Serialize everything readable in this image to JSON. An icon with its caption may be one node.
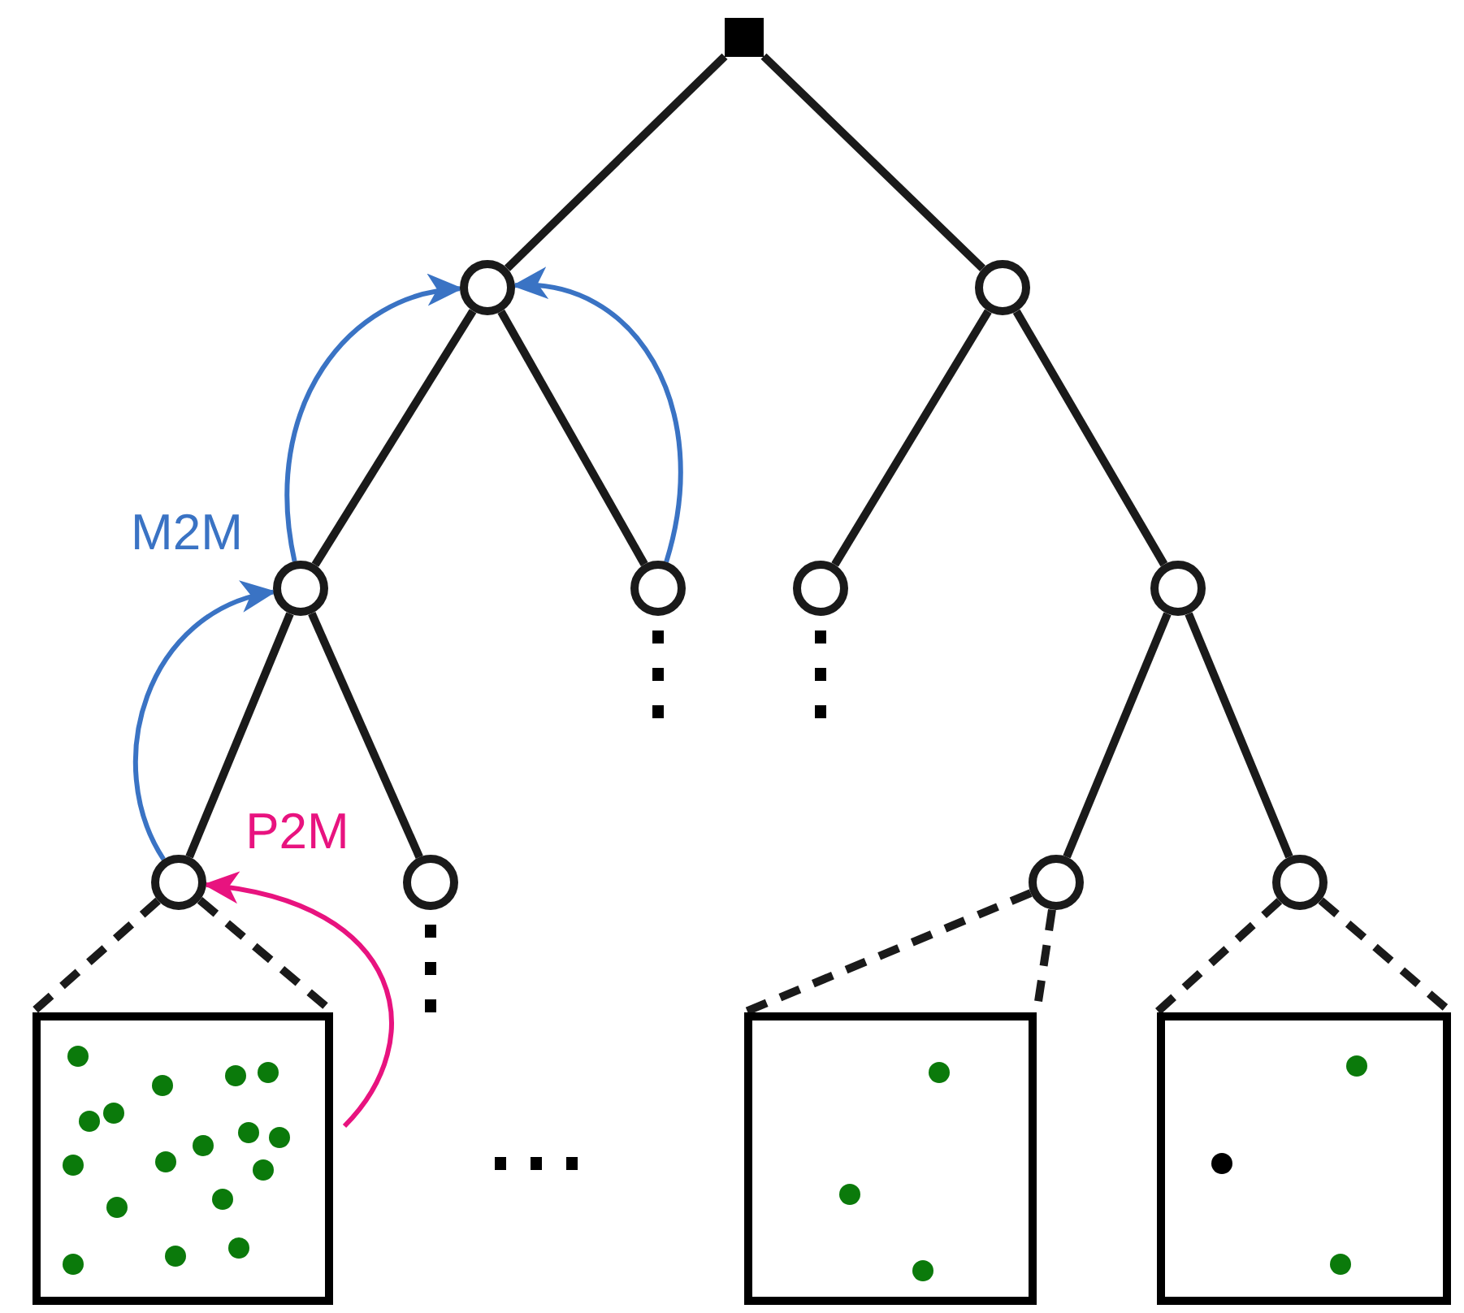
{
  "diagram": {
    "nodes": [
      {
        "text": [],
        "shape": "square"
      },
      {
        "text": [],
        "shape": "circle"
      },
      {
        "text": [],
        "shape": "circle"
      },
      {
        "text": [],
        "shape": "circle"
      },
      {
        "text": [],
        "shape": "circle"
      },
      {
        "text": [],
        "shape": "circle"
      },
      {
        "text": [],
        "shape": "circle"
      },
      {
        "text": [],
        "shape": "circle"
      },
      {
        "text": [],
        "shape": "circle"
      },
      {
        "text": [],
        "shape": "circle"
      },
      {
        "text": [],
        "shape": "circle"
      },
      {
        "text": [],
        "shape": "box"
      },
      {
        "text": [],
        "shape": "box"
      },
      {
        "text": [],
        "shape": "box"
      }
    ],
    "edges": [
      {
        "from": 0,
        "to": 1,
        "arrow": "none"
      },
      {
        "from": 0,
        "to": 2,
        "arrow": "none"
      },
      {
        "from": 1,
        "to": 3,
        "arrow": "none"
      },
      {
        "from": 1,
        "to": 4,
        "arrow": "none"
      },
      {
        "from": 2,
        "to": 5,
        "arrow": "none"
      },
      {
        "from": 2,
        "to": 6,
        "arrow": "none"
      },
      {
        "from": 3,
        "to": 7,
        "arrow": "none"
      },
      {
        "from": 3,
        "to": 8,
        "arrow": "none"
      },
      {
        "from": 6,
        "to": 9,
        "arrow": "none"
      },
      {
        "from": 6,
        "to": 10,
        "arrow": "none"
      },
      {
        "from": 7,
        "to": 11,
        "arrow": "none",
        "style": "dashed"
      },
      {
        "from": 7,
        "to": 11,
        "arrow": "none",
        "style": "dashed"
      },
      {
        "from": 9,
        "to": 12,
        "arrow": "none",
        "style": "dashed"
      },
      {
        "from": 9,
        "to": 12,
        "arrow": "none",
        "style": "dashed"
      },
      {
        "from": 10,
        "to": 13,
        "arrow": "none",
        "style": "dashed"
      },
      {
        "from": 10,
        "to": 13,
        "arrow": "none",
        "style": "dashed"
      },
      {
        "from": 7,
        "to": 3,
        "arrow": "to",
        "color": "#3a73c4"
      },
      {
        "from": 3,
        "to": 1,
        "arrow": "to",
        "color": "#3a73c4",
        "label": "M2M"
      },
      {
        "from": 4,
        "to": 1,
        "arrow": "to",
        "color": "#3a73c4"
      },
      {
        "from": 11,
        "to": 7,
        "arrow": "to",
        "color": "#e8137f",
        "label": "P2M"
      }
    ]
  }
}
